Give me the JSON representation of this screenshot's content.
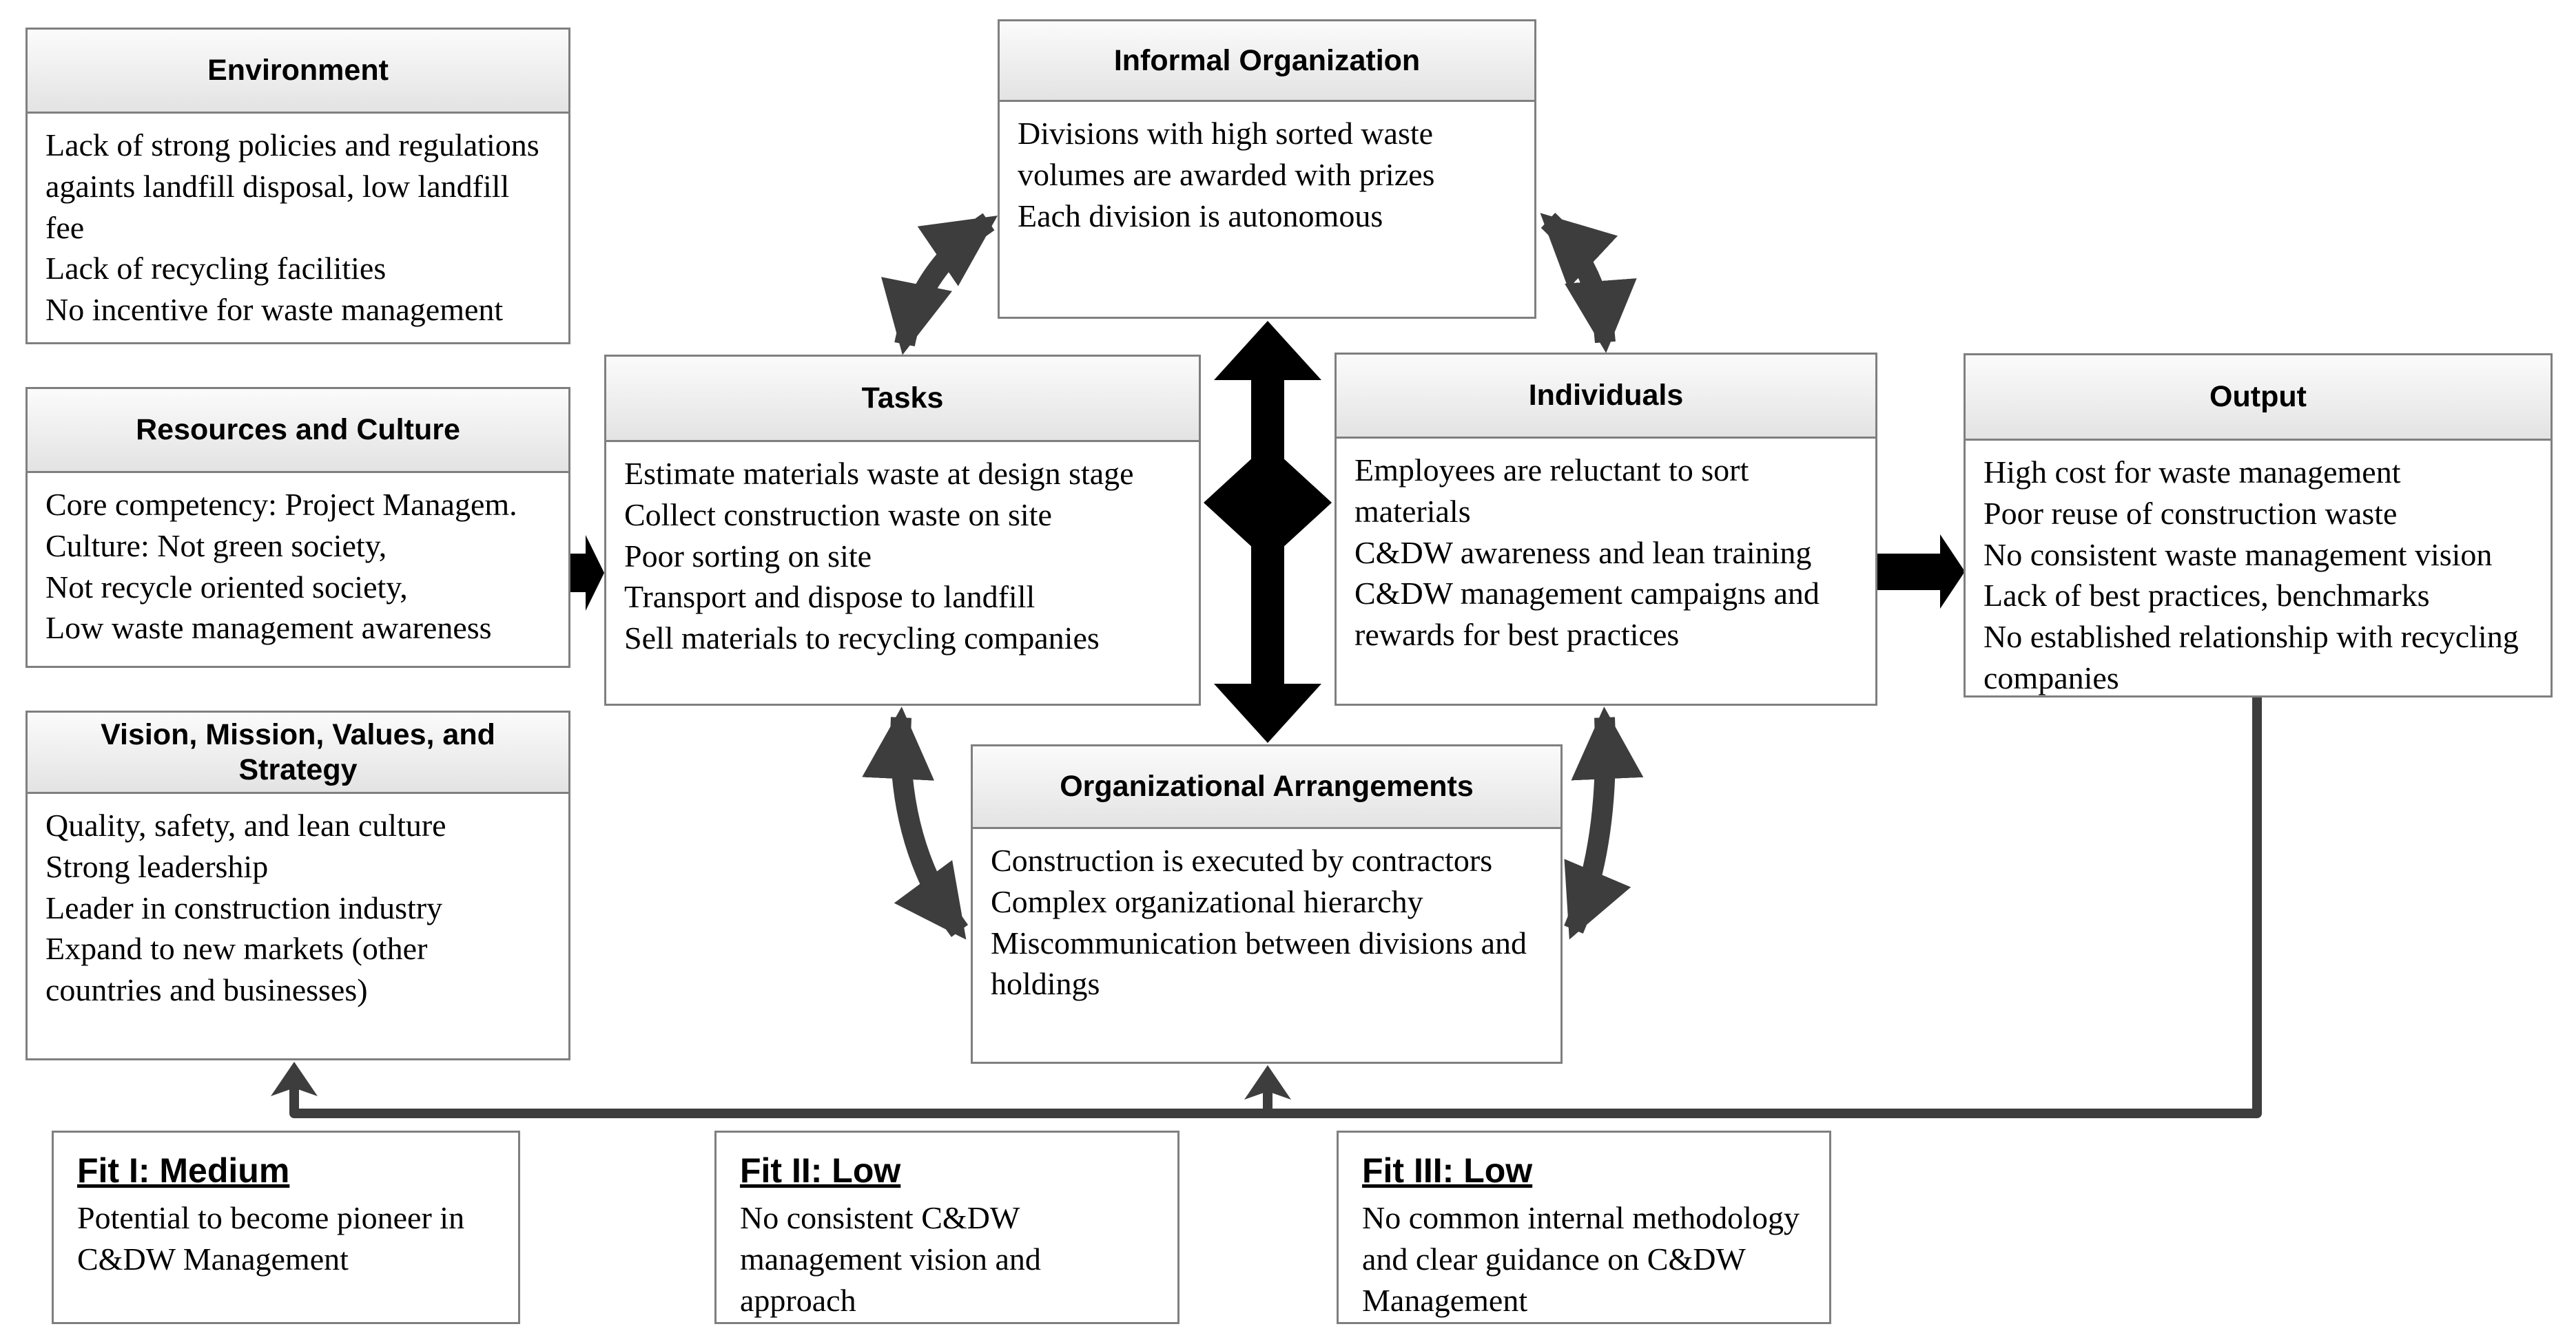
{
  "colors": {
    "box_border": "#7f7f7f",
    "header_background_top": "#fbfbfb",
    "header_background_bottom": "#e3e3e3",
    "solid_arrow": "#000000",
    "curved_and_feedback_arrow": "#3d3d3d"
  },
  "boxes": {
    "environment": {
      "title": "Environment",
      "body": "Lack of strong policies and regulations againts landfill disposal, low landfill fee\nLack of recycling facilities\nNo incentive for waste management"
    },
    "resources": {
      "title": "Resources and Culture",
      "body": "Core competency: Project Managem.\nCulture: Not green society,\nNot recycle oriented society,\nLow waste management awareness"
    },
    "vision": {
      "title": "Vision, Mission, Values, and Strategy",
      "body": "Quality, safety, and lean culture\nStrong leadership\nLeader in construction industry\nExpand to new markets (other countries and businesses)"
    },
    "informal": {
      "title": "Informal Organization",
      "body": "Divisions with high sorted waste volumes are awarded with prizes\nEach division is autonomous"
    },
    "tasks": {
      "title": "Tasks",
      "body": "Estimate materials waste at design stage\nCollect construction waste on site\nPoor sorting on site\nTransport and dispose to landfill\nSell materials to recycling companies"
    },
    "individuals": {
      "title": "Individuals",
      "body": "Employees are reluctant to sort materials\nC&DW awareness and lean training\nC&DW management campaigns and rewards for best practices"
    },
    "organizational_arrangements": {
      "title": "Organizational Arrangements",
      "body": "Construction is executed by contractors\nComplex organizational hierarchy\nMiscommunication between divisions and holdings"
    },
    "output": {
      "title": "Output",
      "body": "High cost for waste management\nPoor reuse of construction waste\nNo consistent waste management vision\nLack of best practices, benchmarks\nNo established relationship with recycling companies"
    }
  },
  "fits": {
    "fit1": {
      "title": "Fit I: Medium",
      "body": "Potential to become pioneer in C&DW Management"
    },
    "fit2": {
      "title": "Fit II: Low",
      "body": "No consistent C&DW management vision and approach"
    },
    "fit3": {
      "title": "Fit III: Low",
      "body": "No common internal methodology and clear guidance on C&DW Management"
    }
  }
}
